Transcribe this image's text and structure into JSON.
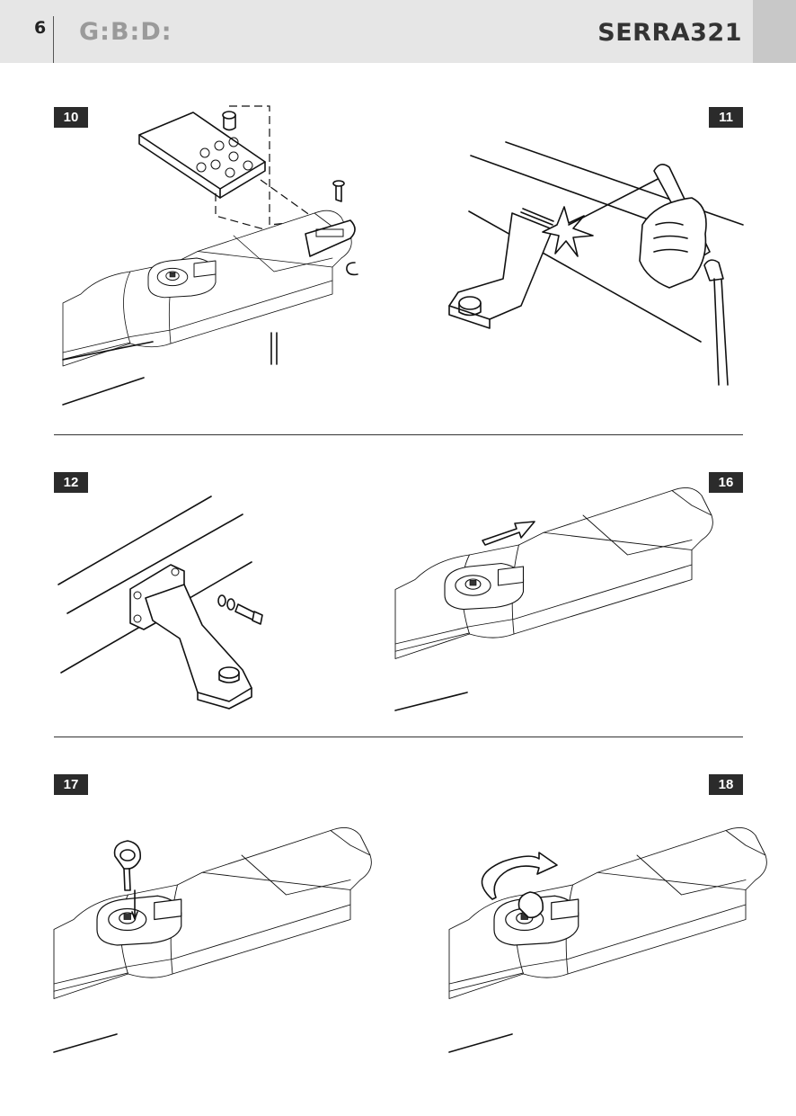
{
  "header": {
    "page_number": "6",
    "logo_text": "G:B:D:",
    "model": "SERRA321"
  },
  "figures": [
    {
      "label": "10"
    },
    {
      "label": "11"
    },
    {
      "label": "12"
    },
    {
      "label": "16"
    },
    {
      "label": "17"
    },
    {
      "label": "18"
    }
  ]
}
